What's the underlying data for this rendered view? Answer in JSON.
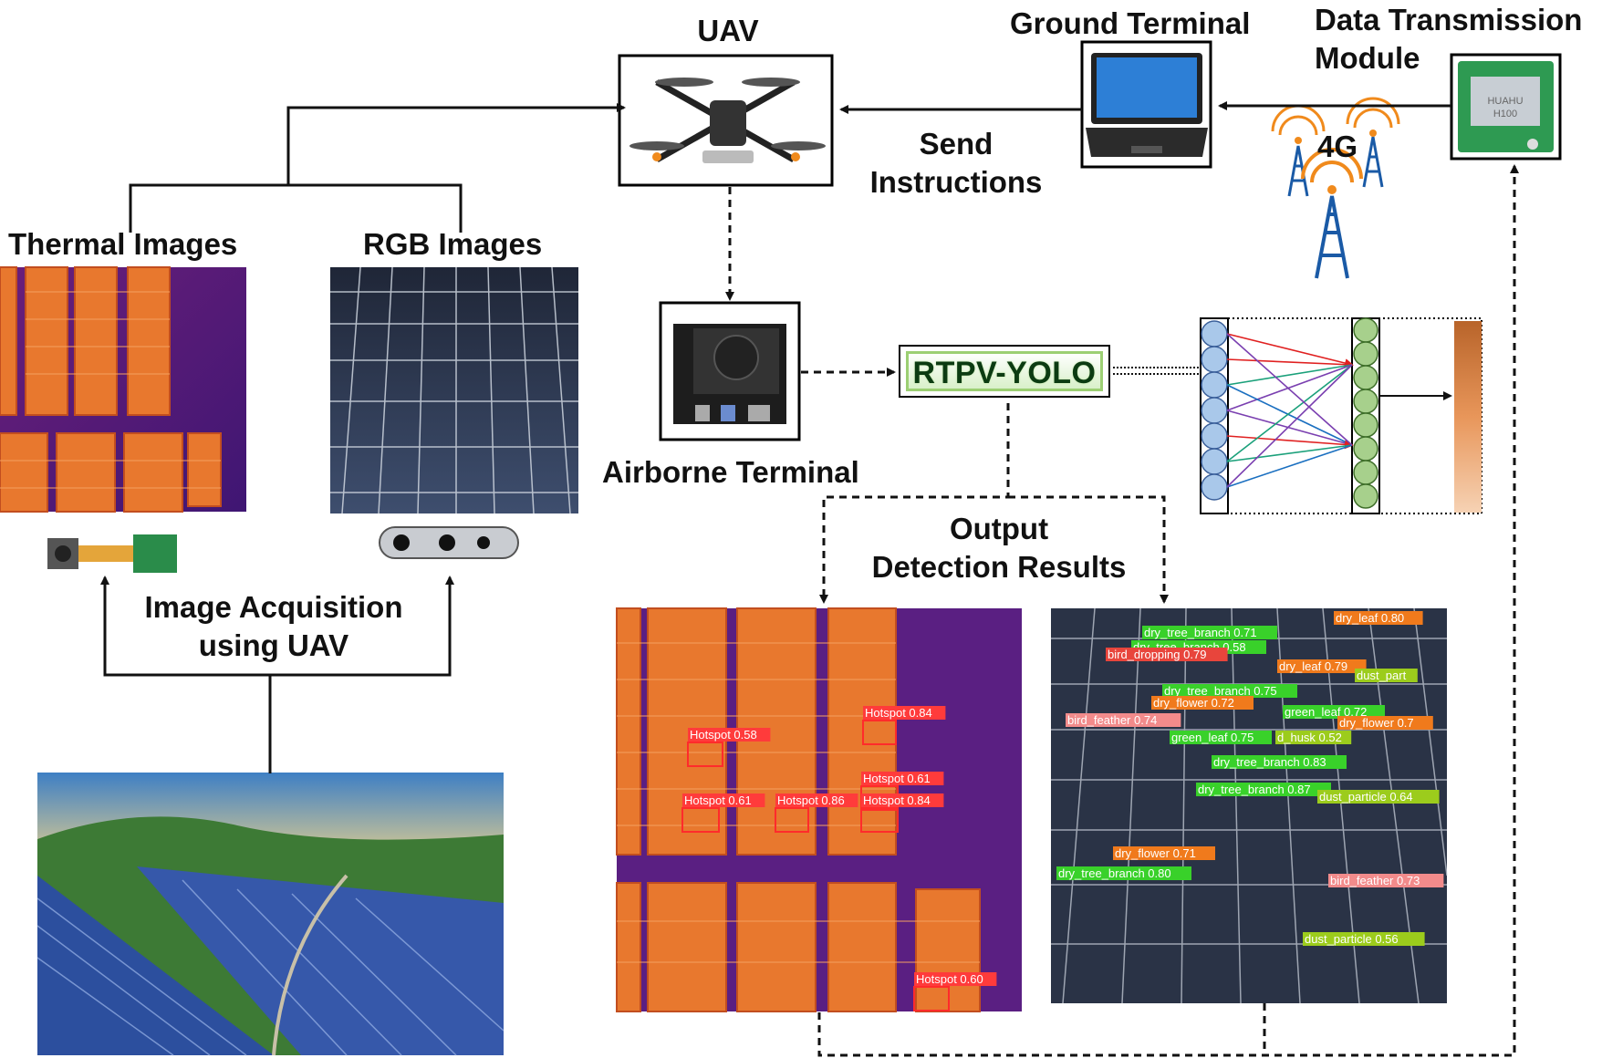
{
  "labels": {
    "uav": "UAV",
    "ground_terminal": "Ground Terminal",
    "data_module_line1": "Data Transmission",
    "data_module_line2": "Module",
    "send_line1": "Send",
    "send_line2": "Instructions",
    "signal": "4G",
    "thermal_images": "Thermal Images",
    "rgb_images": "RGB Images",
    "airborne_terminal": "Airborne Terminal",
    "model": "RTPV-YOLO",
    "output_line1": "Output",
    "output_line2": "Detection Results",
    "acq_line1": "Image Acquisition",
    "acq_line2": "using UAV",
    "module_brand": "HUAHU",
    "module_model": "H100"
  },
  "thermal_detections": [
    {
      "label": "Hotspot 0.58"
    },
    {
      "label": "Hotspot 0.84"
    },
    {
      "label": "Hotspot 0.61"
    },
    {
      "label": "Hotspot 0.61"
    },
    {
      "label": "Hotspot 0.86"
    },
    {
      "label": "Hotspot 0.84"
    },
    {
      "label": "Hotspot 0.60"
    }
  ],
  "rgb_detections": [
    {
      "label": "dry_tree_branch 0.71",
      "color": "#39d12a"
    },
    {
      "label": "dry_tree_branch 0.58",
      "color": "#39d12a"
    },
    {
      "label": "dry_leaf 0.80",
      "color": "#f07a1c"
    },
    {
      "label": "bird_dropping 0.79",
      "color": "#e8453c"
    },
    {
      "label": "dry_leaf 0.79",
      "color": "#f07a1c"
    },
    {
      "label": "dust_part",
      "color": "#9ccc1c"
    },
    {
      "label": "dry_tree_branch 0.75",
      "color": "#39d12a"
    },
    {
      "label": "dry_flower 0.72",
      "color": "#f07a1c"
    },
    {
      "label": "green_leaf 0.72",
      "color": "#39d12a"
    },
    {
      "label": "bird_feather 0.74",
      "color": "#f28b8b"
    },
    {
      "label": "dry_flower 0.7",
      "color": "#f07a1c"
    },
    {
      "label": "green_leaf 0.75",
      "color": "#39d12a"
    },
    {
      "label": "d_husk 0.52",
      "color": "#9ccc1c"
    },
    {
      "label": "dry_tree_branch 0.83",
      "color": "#39d12a"
    },
    {
      "label": "dry_tree_branch 0.87",
      "color": "#39d12a"
    },
    {
      "label": "dust_particle 0.64",
      "color": "#9ccc1c"
    },
    {
      "label": "dry_flower 0.71",
      "color": "#f07a1c"
    },
    {
      "label": "dry_tree_branch 0.80",
      "color": "#39d12a"
    },
    {
      "label": "bird_feather 0.73",
      "color": "#f28b8b"
    },
    {
      "label": "dust_particle 0.56",
      "color": "#9ccc1c"
    }
  ],
  "colors": {
    "thermal_bg": "#5a1f82",
    "thermal_panel": "#e8782e",
    "rgb_panel": "#2f3f5f",
    "hotspot_box": "#ff2b2b",
    "input_node": "#a9c8ea",
    "hidden_node": "#a7d08c"
  }
}
